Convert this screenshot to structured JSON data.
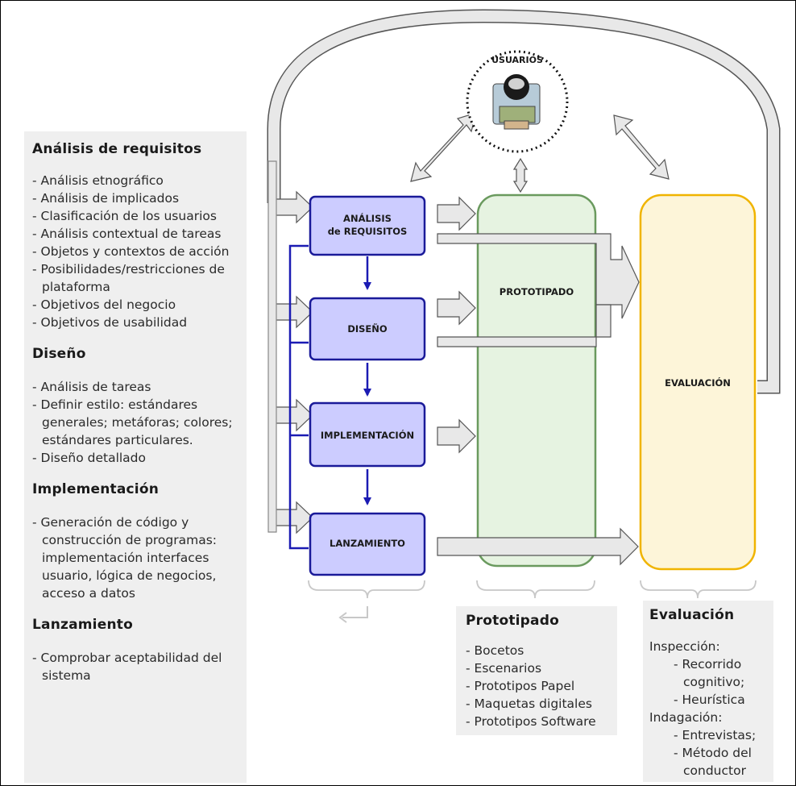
{
  "nodes": {
    "usuarios": "USUARIOS",
    "analisis_line1": "ANÁLISIS",
    "analisis_line2": "de REQUISITOS",
    "diseno": "DISEÑO",
    "implementacion": "IMPLEMENTACIÓN",
    "lanzamiento": "LANZAMIENTO",
    "prototipado": "PROTOTIPADO",
    "evaluacion": "EVALUACIÓN"
  },
  "left_panel": {
    "sections": [
      {
        "title": "Análisis de requisitos",
        "items": [
          "Análisis etnográfico",
          "Análisis de implicados",
          "Clasificación de los usuarios",
          "Análisis contextual de tareas",
          "Objetos y contextos de acción",
          "Posibilidades/restricciones de plataforma",
          "Objetivos del negocio",
          "Objetivos de usabilidad"
        ]
      },
      {
        "title": "Diseño",
        "items": [
          "Análisis de tareas",
          "Definir estilo: estándares generales; metáforas; colores; estándares particulares.",
          "Diseño detallado"
        ]
      },
      {
        "title": "Implementación",
        "items": [
          "Generación de código y construcción de programas: implementación interfaces usuario, lógica de negocios, acceso a datos"
        ]
      },
      {
        "title": "Lanzamiento",
        "items": [
          "Comprobar aceptabilidad del sistema"
        ]
      }
    ]
  },
  "proto_panel": {
    "title": "Prototipado",
    "items": [
      "Bocetos",
      "Escenarios",
      "Prototipos Papel",
      "Maquetas digitales",
      "Prototipos Software"
    ]
  },
  "eval_panel": {
    "title": "Evaluación",
    "group1": "Inspección:",
    "group1_items": [
      "Recorrido cognitivo;",
      "Heurística"
    ],
    "group2": "Indagación:",
    "group2_items": [
      "Entrevistas;",
      "Método del conductor"
    ]
  },
  "colors": {
    "phase_fill": "#ccccff",
    "phase_stroke": "#1a1a99",
    "proto_fill": "#e6f3e1",
    "proto_stroke": "#6a9a5e",
    "eval_fill": "#fdf5d9",
    "eval_stroke": "#f0b400",
    "arrow_fill": "#e8e8e8",
    "arrow_stroke": "#555555",
    "flow_blue": "#1b1bb3"
  }
}
